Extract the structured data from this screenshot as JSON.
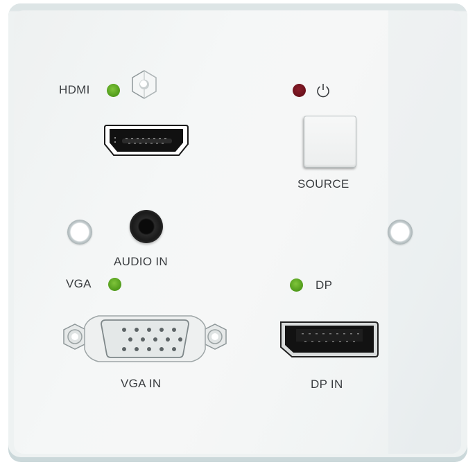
{
  "device": {
    "type": "wall plate transmitter",
    "colors": {
      "panel": "#f3f5f5",
      "edge": "#cbd8da",
      "label_text": "#3a3d40",
      "led_green": "#5aa820",
      "led_red": "#6a101b",
      "port_black": "#111111"
    }
  },
  "hdmi": {
    "label": "HDMI",
    "led": {
      "color": "green",
      "state": "on"
    },
    "port_label": ""
  },
  "power": {
    "led": {
      "color": "red",
      "state": "on"
    },
    "icon": "power-icon"
  },
  "source": {
    "button_label": "SOURCE"
  },
  "audio": {
    "label": "AUDIO IN"
  },
  "vga": {
    "label": "VGA",
    "led": {
      "color": "green",
      "state": "on"
    },
    "port_label": "VGA IN",
    "pins_rows": [
      5,
      5,
      5
    ]
  },
  "dp": {
    "label": "DP",
    "led": {
      "color": "green",
      "state": "on"
    },
    "port_label": "DP IN"
  }
}
